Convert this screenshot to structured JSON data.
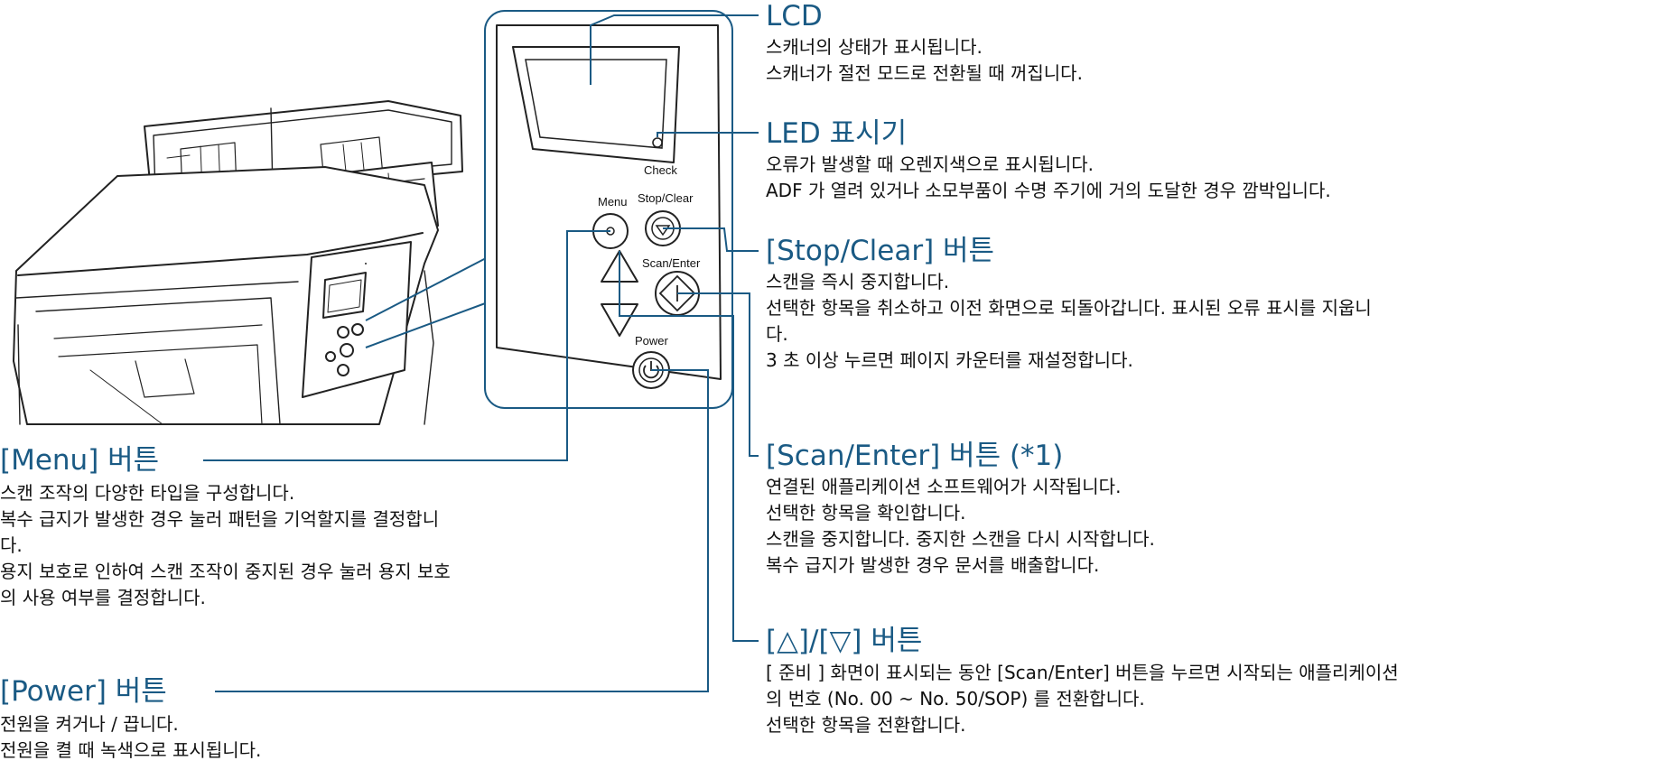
{
  "panel": {
    "label_check": "Check",
    "label_menu": "Menu",
    "label_stop_clear": "Stop/Clear",
    "label_scan_enter": "Scan/Enter",
    "label_power": "Power"
  },
  "callouts": {
    "lcd": {
      "title": "LCD",
      "lines": [
        "스캐너의 상태가 표시됩니다.",
        "스캐너가 절전 모드로 전환될 때 꺼집니다."
      ]
    },
    "led": {
      "title": "LED 표시기",
      "lines": [
        "오류가 발생할 때 오렌지색으로 표시됩니다.",
        "ADF 가 열려 있거나 소모부품이 수명 주기에 거의 도달한 경우 깜박입니다."
      ]
    },
    "stop_clear": {
      "title": "[Stop/Clear] 버튼",
      "lines": [
        "스캔을 즉시 중지합니다.",
        "선택한 항목을 취소하고 이전 화면으로 되돌아갑니다. 표시된 오류 표시를 지웁니",
        "다.",
        "3 초 이상 누르면 페이지 카운터를 재설정합니다."
      ]
    },
    "scan_enter": {
      "title": "[Scan/Enter] 버튼 (*1)",
      "lines": [
        "연결된 애플리케이션 소프트웨어가 시작됩니다.",
        "선택한 항목을 확인합니다.",
        "스캔을 중지합니다. 중지한 스캔을 다시 시작합니다.",
        "복수 급지가 발생한 경우 문서를 배출합니다."
      ]
    },
    "arrows": {
      "title": "[△]/[▽] 버튼",
      "lines": [
        "[ 준비 ] 화면이 표시되는 동안 [Scan/Enter] 버튼을 누르면 시작되는 애플리케이션",
        "의 번호 (No. 00 ~ No. 50/SOP) 를 전환합니다.",
        "선택한 항목을 전환합니다."
      ]
    },
    "menu": {
      "title": "[Menu] 버튼",
      "lines": [
        "스캔 조작의 다양한 타입을 구성합니다.",
        "복수 급지가 발생한 경우 눌러 패턴을 기억할지를 결정합니",
        "다.",
        "용지 보호로 인하여 스캔 조작이 중지된 경우 눌러 용지 보호",
        "의 사용 여부를 결정합니다."
      ]
    },
    "power": {
      "title": "[Power] 버튼",
      "lines": [
        "전원을 켜거나 / 끕니다.",
        "전원을 켤 때 녹색으로 표시됩니다."
      ]
    }
  },
  "colors": {
    "leader_line": "#1a5a84",
    "title_text": "#1a5a84",
    "body_text": "#111111",
    "scanner_stroke": "#222222"
  }
}
